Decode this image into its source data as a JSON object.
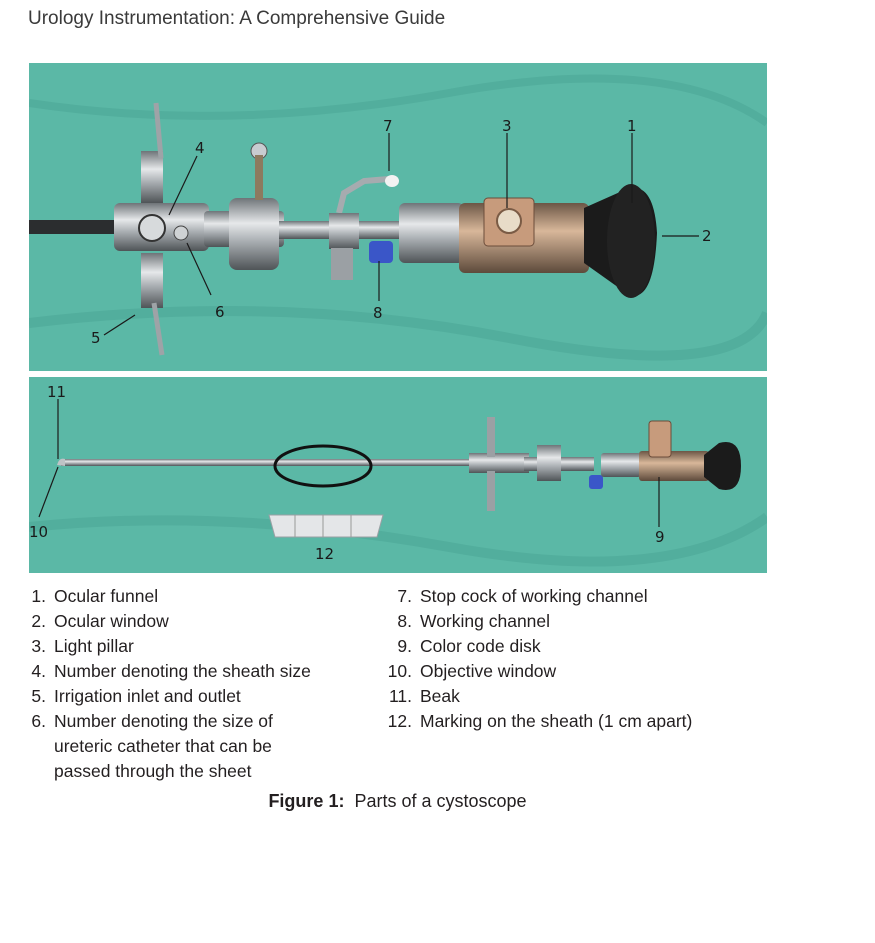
{
  "header": {
    "title": "Urology Instrumentation: A Comprehensive Guide"
  },
  "photo_top_labels": {
    "l1": "1",
    "l2": "2",
    "l3": "3",
    "l4": "4",
    "l5": "5",
    "l6": "6",
    "l7": "7",
    "l8": "8"
  },
  "photo_bottom_labels": {
    "l9": "9",
    "l10": "10",
    "l11": "11",
    "l12": "12"
  },
  "legend_left": [
    {
      "num": "1.",
      "text": "Ocular funnel"
    },
    {
      "num": "2.",
      "text": "Ocular window"
    },
    {
      "num": "3.",
      "text": "Light pillar"
    },
    {
      "num": "4.",
      "text": "Number denoting the sheath size"
    },
    {
      "num": "5.",
      "text": "Irrigation inlet and outlet"
    },
    {
      "num": "6.",
      "text": "Number denoting the size of ureteric catheter that can be passed through the sheet"
    }
  ],
  "legend_right": [
    {
      "num": "7.",
      "text": "Stop cock of working channel"
    },
    {
      "num": "8.",
      "text": "Working channel"
    },
    {
      "num": "9.",
      "text": "Color code disk"
    },
    {
      "num": "10.",
      "text": "Objective window"
    },
    {
      "num": "11.",
      "text": "Beak"
    },
    {
      "num": "12.",
      "text": "Marking on the sheath (1 cm apart)"
    }
  ],
  "caption": {
    "label": "Figure 1:",
    "text": "Parts of a cystoscope"
  },
  "colors": {
    "drape": "#56b6a4",
    "metal": "#b9bdc1",
    "black": "#1b1b1b",
    "brass": "#b08a6a",
    "blue": "#3a56c8"
  }
}
